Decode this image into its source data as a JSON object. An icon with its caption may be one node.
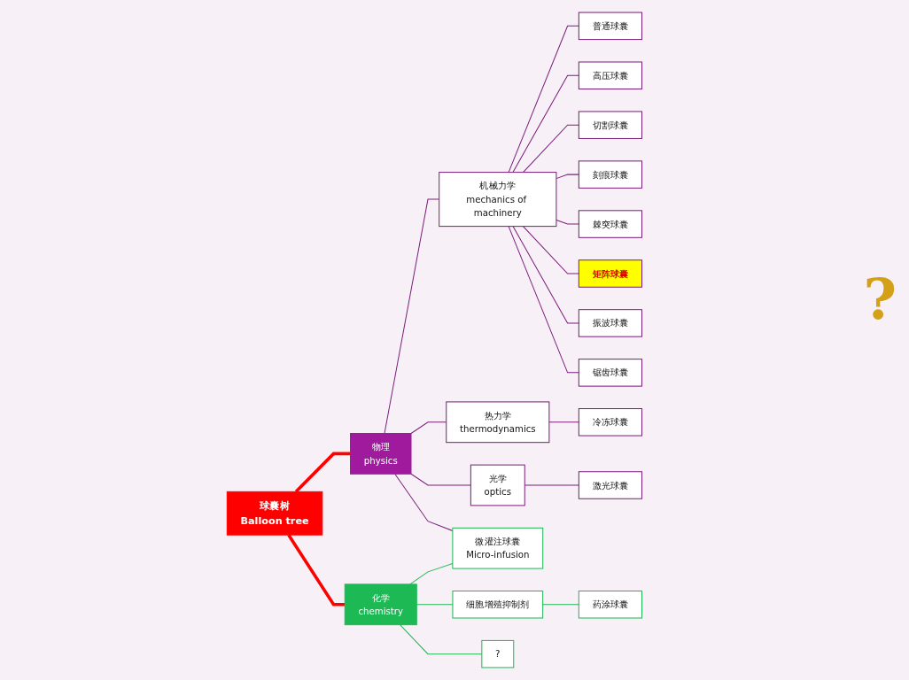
{
  "diagram": {
    "nodes": [
      {
        "text": [
          "球囊树",
          "Balloon tree"
        ]
      },
      {
        "text": [
          "物理",
          "physics"
        ]
      },
      {
        "text": [
          "化学",
          "chemistry"
        ]
      },
      {
        "text": [
          "机械力学",
          "mechanics of machinery"
        ]
      },
      {
        "text": [
          "热力学",
          "thermodynamics"
        ]
      },
      {
        "text": [
          "光学",
          "optics"
        ]
      },
      {
        "text": [
          "普通球囊"
        ]
      },
      {
        "text": [
          "高压球囊"
        ]
      },
      {
        "text": [
          "切割球囊"
        ]
      },
      {
        "text": [
          "刻痕球囊"
        ]
      },
      {
        "text": [
          "棘突球囊"
        ]
      },
      {
        "text": [
          "矩阵球囊"
        ]
      },
      {
        "text": [
          "振波球囊"
        ]
      },
      {
        "text": [
          "锯齿球囊"
        ]
      },
      {
        "text": [
          "冷冻球囊"
        ]
      },
      {
        "text": [
          "激光球囊"
        ]
      },
      {
        "text": [
          "微灌注球囊",
          "Micro-infusion"
        ]
      },
      {
        "text": [
          "细胞增殖抑制剂"
        ]
      },
      {
        "text": [
          "药涂球囊"
        ]
      },
      {
        "text": [
          "?"
        ]
      }
    ],
    "edges": [
      {
        "from": 0,
        "to": 1,
        "arrow": "none",
        "style": "thick",
        "color": "#ff0000"
      },
      {
        "from": 0,
        "to": 2,
        "arrow": "none",
        "style": "thick",
        "color": "#ff0000"
      },
      {
        "from": 1,
        "to": 3,
        "arrow": "none"
      },
      {
        "from": 1,
        "to": 16,
        "arrow": "none"
      },
      {
        "from": 1,
        "to": 4,
        "arrow": "none"
      },
      {
        "from": 1,
        "to": 5,
        "arrow": "none"
      },
      {
        "from": 3,
        "to": 6,
        "arrow": "none"
      },
      {
        "from": 3,
        "to": 7,
        "arrow": "none"
      },
      {
        "from": 3,
        "to": 8,
        "arrow": "none"
      },
      {
        "from": 3,
        "to": 9,
        "arrow": "none"
      },
      {
        "from": 3,
        "to": 10,
        "arrow": "none"
      },
      {
        "from": 3,
        "to": 11,
        "arrow": "none"
      },
      {
        "from": 3,
        "to": 12,
        "arrow": "none"
      },
      {
        "from": 3,
        "to": 13,
        "arrow": "none"
      },
      {
        "from": 4,
        "to": 14,
        "arrow": "none"
      },
      {
        "from": 5,
        "to": 15,
        "arrow": "none"
      },
      {
        "from": 2,
        "to": 16,
        "arrow": "none",
        "color": "#1db954"
      },
      {
        "from": 2,
        "to": 17,
        "arrow": "none",
        "color": "#1db954"
      },
      {
        "from": 2,
        "to": 19,
        "arrow": "none",
        "color": "#1db954"
      },
      {
        "from": 17,
        "to": 18,
        "arrow": "none",
        "color": "#1db954"
      }
    ],
    "labels": [
      "?"
    ]
  }
}
